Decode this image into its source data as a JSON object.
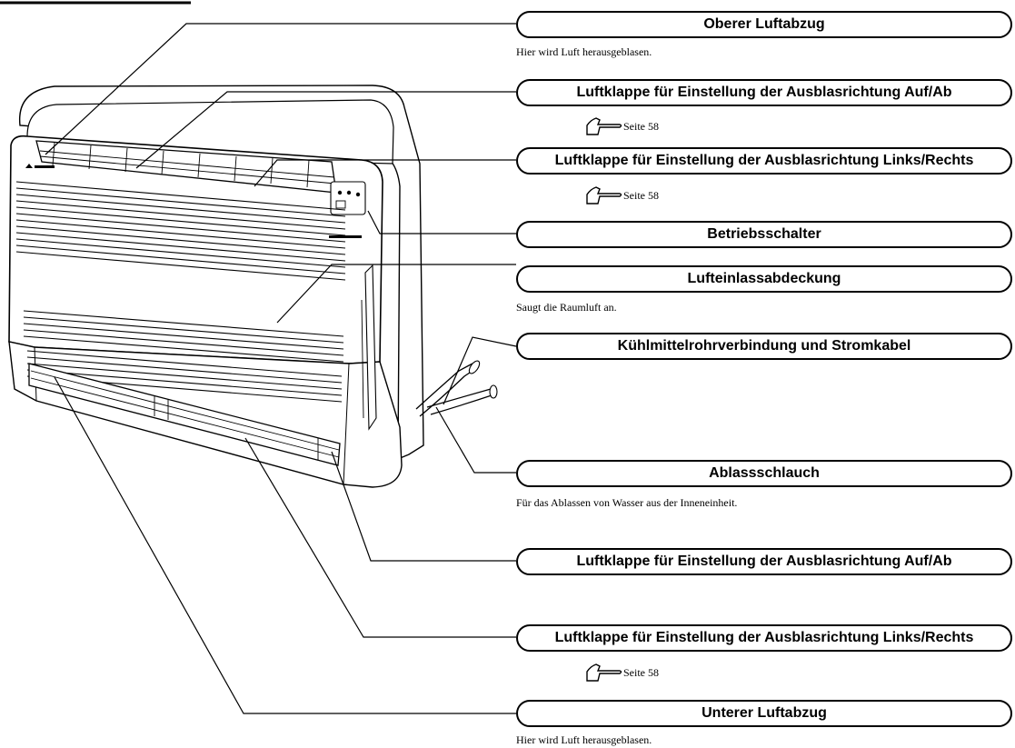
{
  "callouts": [
    {
      "label": "Oberer Luftabzug",
      "note": "Hier wird Luft herausgeblasen."
    },
    {
      "label": "Luftklappe für Einstellung der Ausblasrichtung Auf/Ab",
      "ref": "Seite 58"
    },
    {
      "label": "Luftklappe für Einstellung der Ausblasrichtung Links/Rechts",
      "ref": "Seite 58"
    },
    {
      "label": "Betriebsschalter"
    },
    {
      "label": "Lufteinlassabdeckung",
      "note": "Saugt die Raumluft an."
    },
    {
      "label": "Kühlmittelrohrverbindung und Stromkabel"
    },
    {
      "label": "Ablassschlauch",
      "note": "Für das Ablassen von Wasser aus der Inneneinheit."
    },
    {
      "label": "Luftklappe für Einstellung der Ausblasrichtung Auf/Ab"
    },
    {
      "label": "Luftklappe für Einstellung der Ausblasrichtung Links/Rechts",
      "ref": "Seite 58"
    },
    {
      "label": "Unterer Luftabzug",
      "note": "Hier wird Luft herausgeblasen."
    }
  ],
  "icons": {
    "reference": "pointing-hand-icon",
    "logo": "brand-logo-icon"
  }
}
